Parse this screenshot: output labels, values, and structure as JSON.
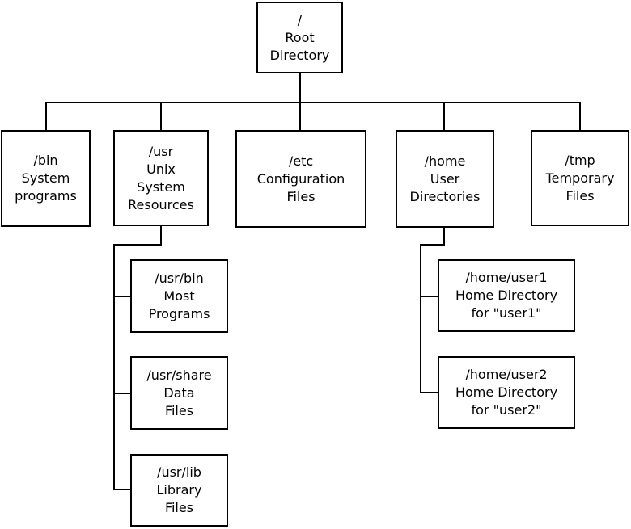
{
  "nodes": {
    "root": {
      "lines": [
        "/",
        "Root",
        "Directory"
      ]
    },
    "bin": {
      "lines": [
        "/bin",
        "System",
        "programs"
      ]
    },
    "usr": {
      "lines": [
        "/usr",
        "Unix",
        "System",
        "Resources"
      ]
    },
    "etc": {
      "lines": [
        "/etc",
        "Configuration",
        "Files"
      ]
    },
    "home": {
      "lines": [
        "/home",
        "User",
        "Directories"
      ]
    },
    "tmp": {
      "lines": [
        "/tmp",
        "Temporary",
        "Files"
      ]
    },
    "usr_bin": {
      "lines": [
        "/usr/bin",
        "Most",
        "Programs"
      ]
    },
    "usr_share": {
      "lines": [
        "/usr/share",
        "Data",
        "Files"
      ]
    },
    "usr_lib": {
      "lines": [
        "/usr/lib",
        "Library",
        "Files"
      ]
    },
    "home_user1": {
      "lines": [
        "/home/user1",
        "Home Directory",
        "for \"user1\""
      ]
    },
    "home_user2": {
      "lines": [
        "/home/user2",
        "Home Directory",
        "for \"user2\""
      ]
    }
  },
  "colors": {
    "background": "#ffffff",
    "box_fill": "#ffffff",
    "box_border": "#000000",
    "connector": "#000000",
    "text": "#000000"
  }
}
